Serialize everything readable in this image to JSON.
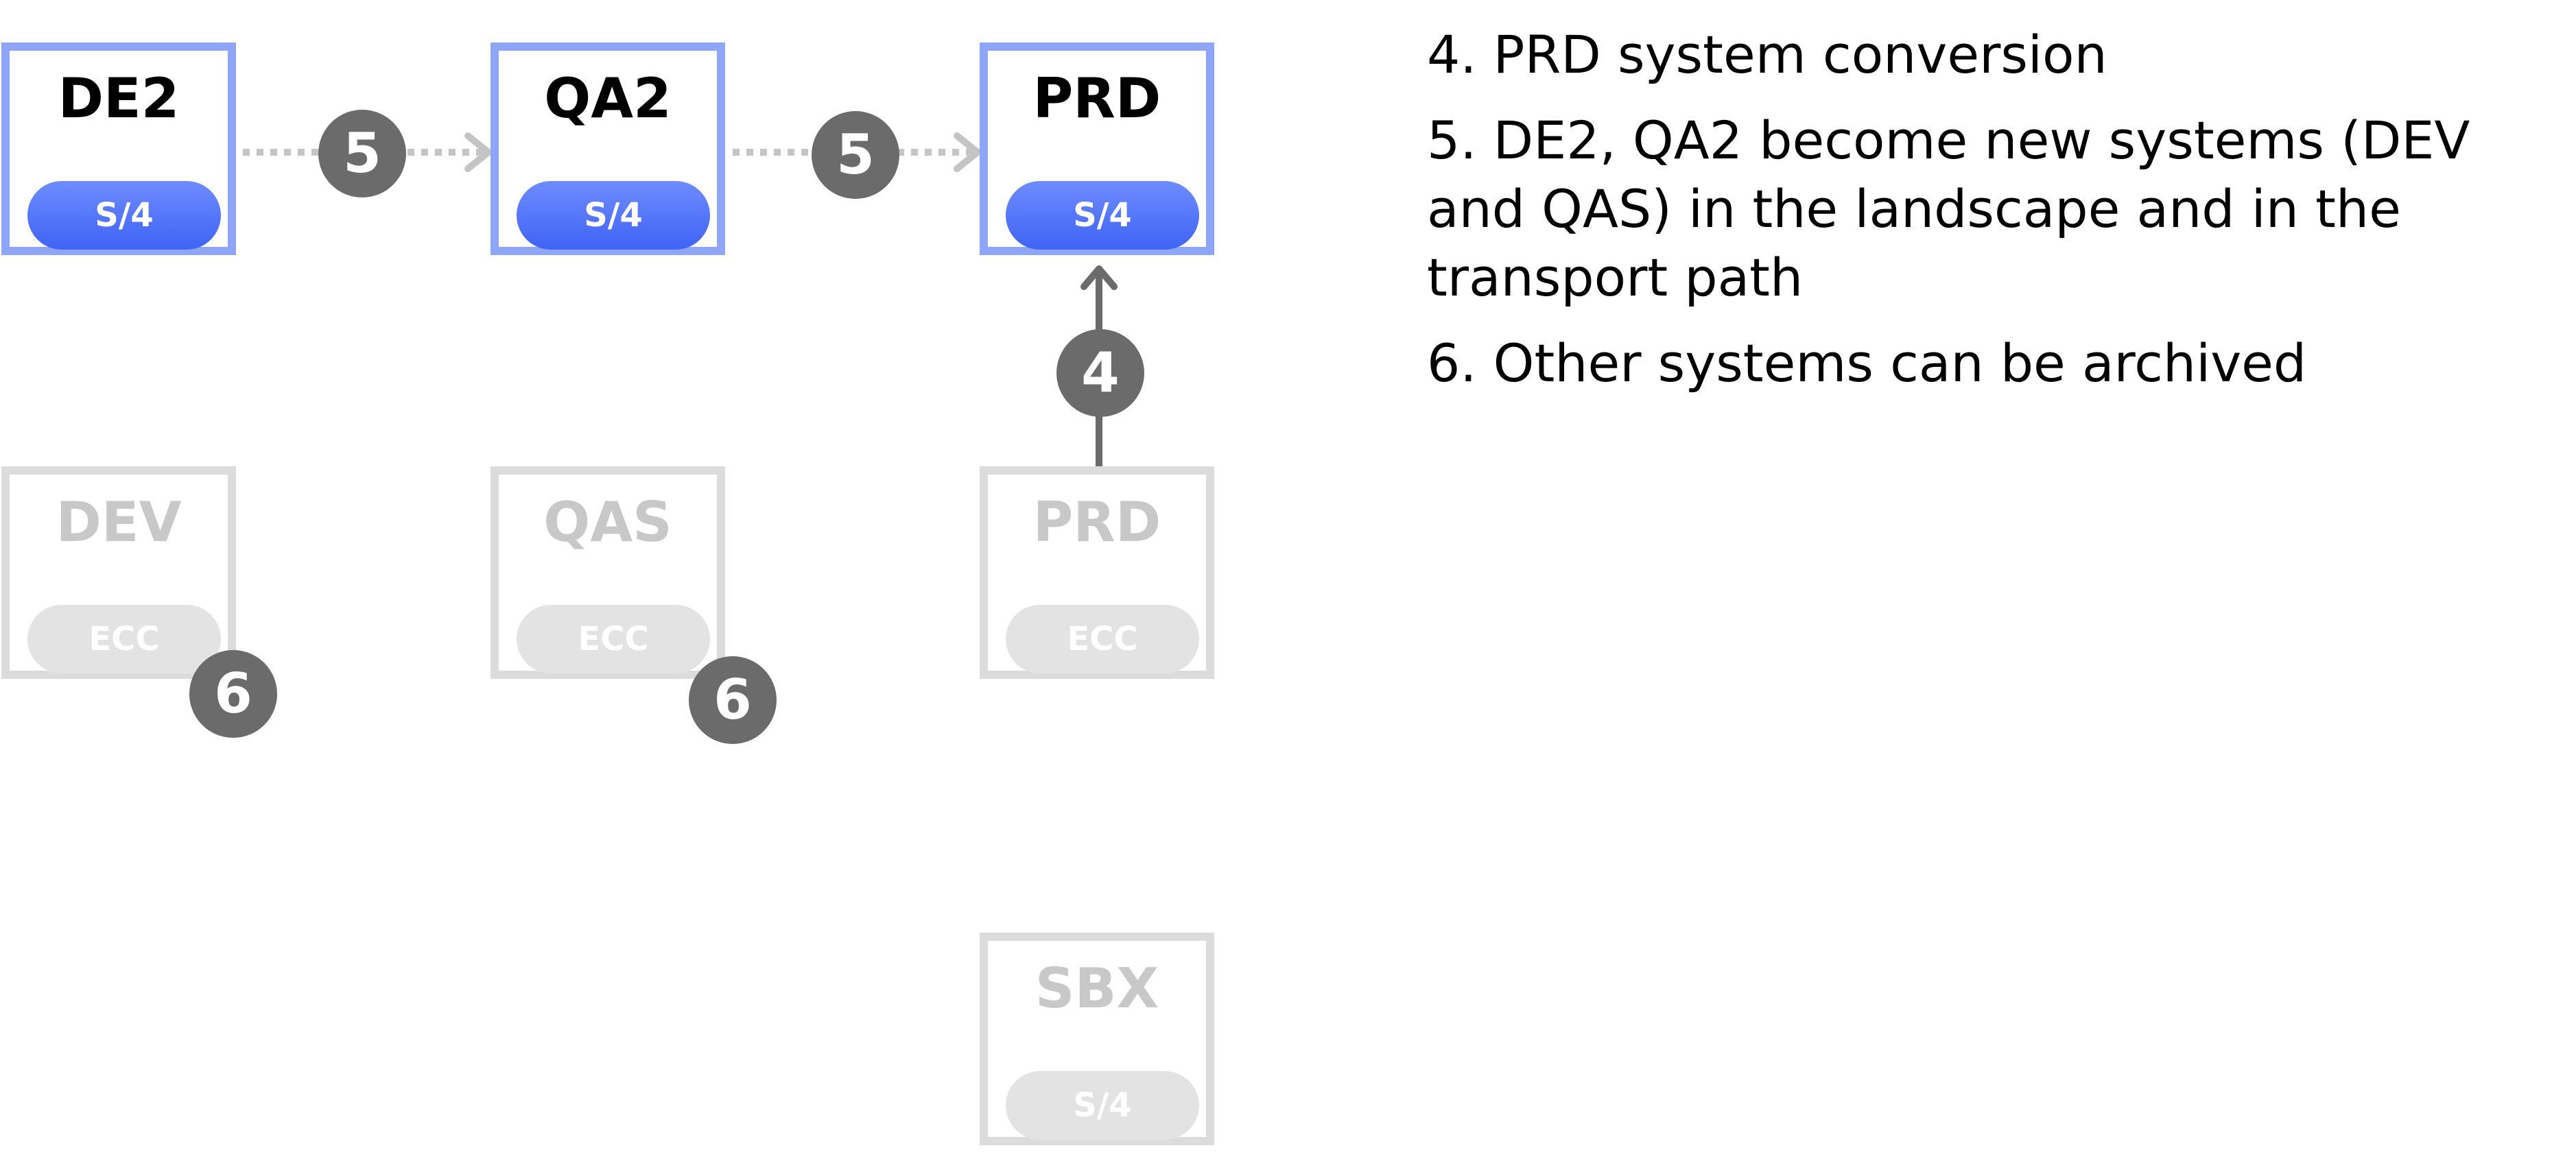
{
  "systems": {
    "de2": {
      "name": "DE2",
      "tag": "S/4"
    },
    "qa2": {
      "name": "QA2",
      "tag": "S/4"
    },
    "prd_new": {
      "name": "PRD",
      "tag": "S/4"
    },
    "dev": {
      "name": "DEV",
      "tag": "ECC"
    },
    "qas": {
      "name": "QAS",
      "tag": "ECC"
    },
    "prd_old": {
      "name": "PRD",
      "tag": "ECC"
    },
    "sbx": {
      "name": "SBX",
      "tag": "S/4"
    }
  },
  "badges": {
    "transport_1": "5",
    "transport_2": "5",
    "conversion": "4",
    "archive_dev": "6",
    "archive_qas": "6"
  },
  "legend": [
    "4. PRD system conversion",
    "5. DE2, QA2 become new systems (DEV and QAS) in the landscape and in the transport path",
    "6. Other systems can be archived"
  ],
  "colors": {
    "active_border": "#8fa5f7",
    "active_pill": "#4a6cf7",
    "inactive_border": "#dcdcdc",
    "inactive_text": "#c8c8c8",
    "badge": "#6b6b6b"
  }
}
